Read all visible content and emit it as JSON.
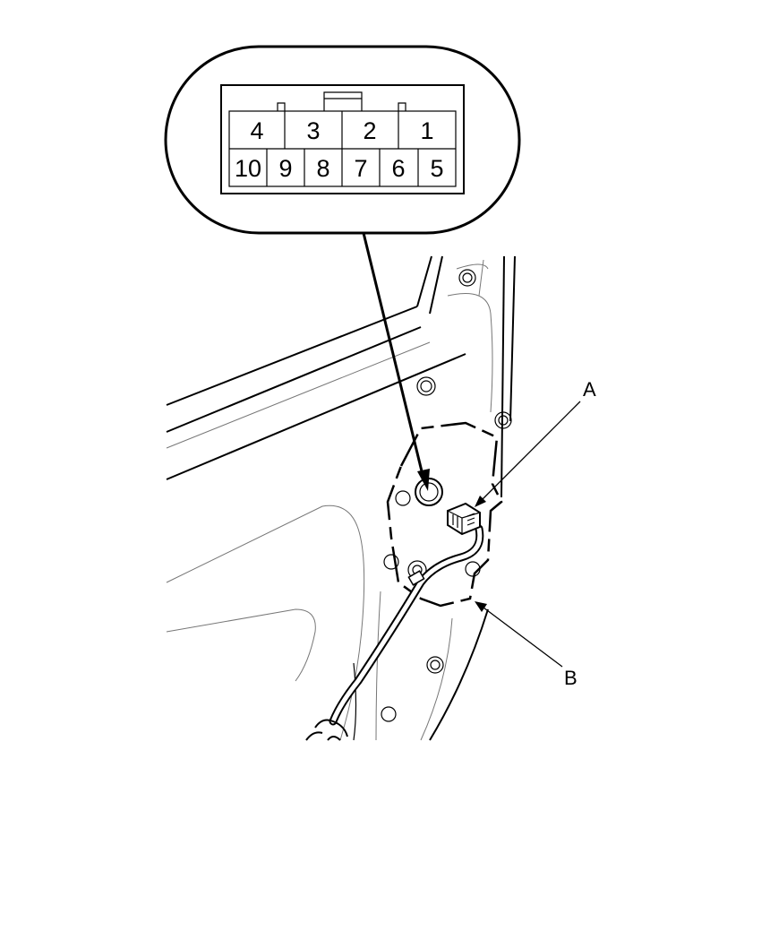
{
  "connector": {
    "top_row_pins": [
      "4",
      "3",
      "2",
      "1"
    ],
    "bottom_row_pins": [
      "10",
      "9",
      "8",
      "7",
      "6",
      "5"
    ]
  },
  "callouts": {
    "a": "A",
    "b": "B"
  },
  "colors": {
    "line": "#000000",
    "background": "#ffffff"
  }
}
